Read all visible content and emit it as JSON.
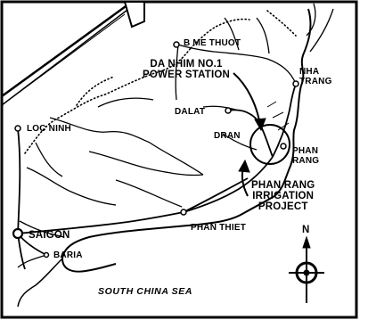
{
  "places": {
    "ban_me_thuot": "B ME THUOT",
    "da_nhim_line1": "DA NHIM NO.1",
    "da_nhim_line2": "POWER STATION",
    "nha_trang_line1": "NHA",
    "nha_trang_line2": "TRANG",
    "dalat": "DALAT",
    "dran": "DRAN",
    "loc_ninh": "LOC NINH",
    "phan_rang_line1": "PHAN",
    "phan_rang_line2": "RANG",
    "project_line1": "PHAN RANG",
    "project_line2": "IRRIGATION",
    "project_line3": "PROJECT",
    "saigon": "SAIGON",
    "phan_thiet": "PHAN THIET",
    "baria": "BARIA",
    "sea": "SOUTH CHINA SEA"
  },
  "compass": {
    "north_label": "N"
  },
  "colors": {
    "ink": "#000000",
    "paper": "#ffffff"
  }
}
